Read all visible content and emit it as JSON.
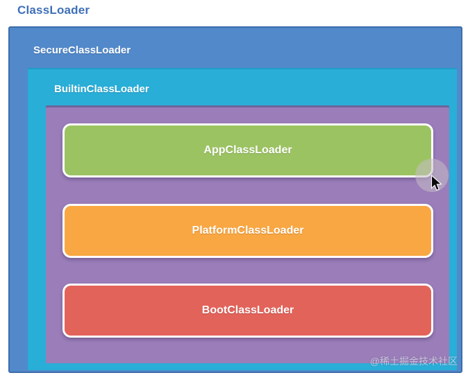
{
  "page": {
    "title": "ClassLoader",
    "title_color": "#3e6fb8",
    "background": "#ffffff",
    "watermark": "@稀土掘金技术社区"
  },
  "hierarchy": {
    "secure": {
      "label": "SecureClassLoader",
      "color": "#5289ca",
      "text_color": "#ffffff"
    },
    "builtin": {
      "label": "BuiltinClassLoader",
      "color": "#29aed8",
      "text_color": "#ffffff"
    },
    "container": {
      "color": "#9a7db9"
    },
    "loaders": [
      {
        "label": "AppClassLoader",
        "color": "#9cc362"
      },
      {
        "label": "PlatformClassLoader",
        "color": "#f9a742"
      },
      {
        "label": "BootClassLoader",
        "color": "#e2635a"
      }
    ]
  },
  "cursor": {
    "icon": "arrow-pointer",
    "highlight_color": "rgba(198,190,198,0.55)"
  }
}
